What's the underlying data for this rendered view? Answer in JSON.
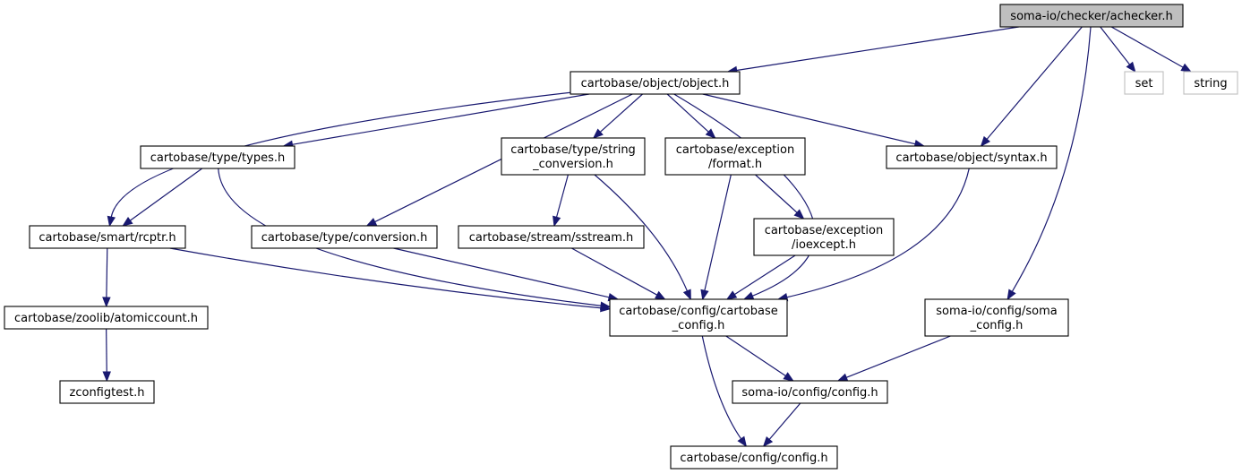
{
  "diagram": {
    "type": "include-dependency-graph",
    "edge_color": "#191970",
    "root_fill": "#bfbfbf",
    "external_border": "#bfbfbf",
    "nodes": [
      {
        "id": "achecker",
        "lines": [
          "soma-io/checker/achecker.h"
        ],
        "style": "root"
      },
      {
        "id": "object",
        "lines": [
          "cartobase/object/object.h"
        ]
      },
      {
        "id": "set",
        "lines": [
          "set"
        ],
        "style": "external"
      },
      {
        "id": "string",
        "lines": [
          "string"
        ],
        "style": "external"
      },
      {
        "id": "types",
        "lines": [
          "cartobase/type/types.h"
        ]
      },
      {
        "id": "strconv",
        "lines": [
          "cartobase/type/string",
          "_conversion.h"
        ]
      },
      {
        "id": "format",
        "lines": [
          "cartobase/exception",
          "/format.h"
        ]
      },
      {
        "id": "syntax",
        "lines": [
          "cartobase/object/syntax.h"
        ]
      },
      {
        "id": "rcptr",
        "lines": [
          "cartobase/smart/rcptr.h"
        ]
      },
      {
        "id": "conversion",
        "lines": [
          "cartobase/type/conversion.h"
        ]
      },
      {
        "id": "sstream",
        "lines": [
          "cartobase/stream/sstream.h"
        ]
      },
      {
        "id": "ioexcept",
        "lines": [
          "cartobase/exception",
          "/ioexcept.h"
        ]
      },
      {
        "id": "atomiccount",
        "lines": [
          "cartobase/zoolib/atomiccount.h"
        ]
      },
      {
        "id": "cartobase_config",
        "lines": [
          "cartobase/config/cartobase",
          "_config.h"
        ]
      },
      {
        "id": "soma_config",
        "lines": [
          "soma-io/config/soma",
          "_config.h"
        ]
      },
      {
        "id": "zconfigtest",
        "lines": [
          "zconfigtest.h"
        ]
      },
      {
        "id": "somaio_config",
        "lines": [
          "soma-io/config/config.h"
        ]
      },
      {
        "id": "cb_config",
        "lines": [
          "cartobase/config/config.h"
        ]
      }
    ],
    "edges": [
      [
        "achecker",
        "object"
      ],
      [
        "achecker",
        "syntax"
      ],
      [
        "achecker",
        "set"
      ],
      [
        "achecker",
        "string"
      ],
      [
        "achecker",
        "soma_config"
      ],
      [
        "object",
        "types"
      ],
      [
        "object",
        "strconv"
      ],
      [
        "object",
        "format"
      ],
      [
        "object",
        "syntax"
      ],
      [
        "object",
        "rcptr"
      ],
      [
        "object",
        "conversion"
      ],
      [
        "object",
        "cartobase_config"
      ],
      [
        "types",
        "rcptr"
      ],
      [
        "types",
        "cartobase_config"
      ],
      [
        "strconv",
        "sstream"
      ],
      [
        "strconv",
        "cartobase_config"
      ],
      [
        "format",
        "ioexcept"
      ],
      [
        "format",
        "cartobase_config"
      ],
      [
        "syntax",
        "cartobase_config"
      ],
      [
        "rcptr",
        "atomiccount"
      ],
      [
        "rcptr",
        "cartobase_config"
      ],
      [
        "conversion",
        "cartobase_config"
      ],
      [
        "sstream",
        "cartobase_config"
      ],
      [
        "ioexcept",
        "cartobase_config"
      ],
      [
        "atomiccount",
        "zconfigtest"
      ],
      [
        "cartobase_config",
        "somaio_config"
      ],
      [
        "cartobase_config",
        "cb_config"
      ],
      [
        "soma_config",
        "somaio_config"
      ],
      [
        "somaio_config",
        "cb_config"
      ]
    ]
  }
}
